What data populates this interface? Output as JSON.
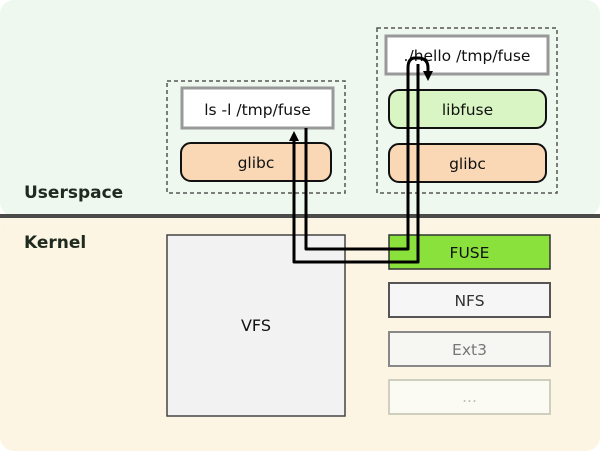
{
  "regions": {
    "userspace_label": "Userspace",
    "kernel_label": "Kernel"
  },
  "left_process": {
    "command": "ls -l /tmp/fuse",
    "glibc": "glibc"
  },
  "right_process": {
    "command": "./hello /tmp/fuse",
    "libfuse": "libfuse",
    "glibc": "glibc"
  },
  "kernel": {
    "vfs": "VFS",
    "filesystems": [
      {
        "label": "FUSE"
      },
      {
        "label": "NFS"
      },
      {
        "label": "Ext3"
      },
      {
        "label": "..."
      }
    ]
  },
  "colors": {
    "userspace_bg": "#eef8ef",
    "kernel_bg": "#fdf5e4",
    "divider": "#4a4a48",
    "glibc_fill": "#fbd8b5",
    "libfuse_fill": "#d9f5c4",
    "fuse_fill": "#8be13c",
    "vfs_fill": "#f2f2f2"
  }
}
